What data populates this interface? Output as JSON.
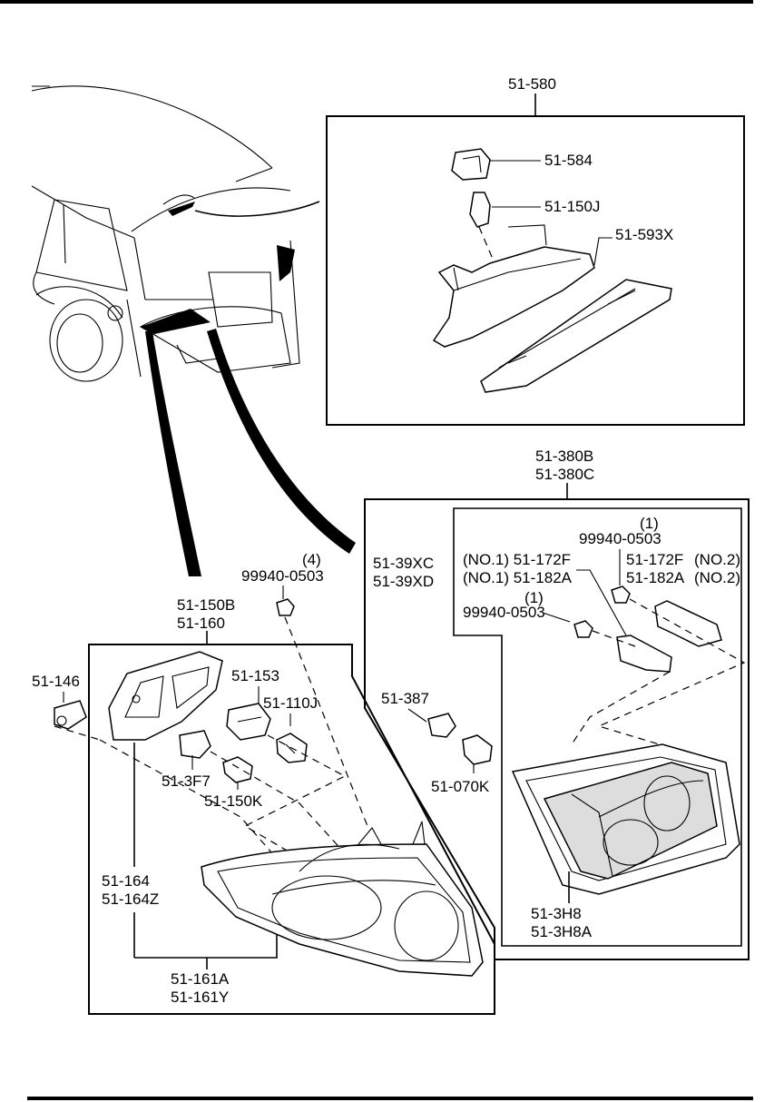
{
  "callouts": {
    "c1": "51-580",
    "c2": "51-584",
    "c3": "51-150J",
    "c4": "51-593X",
    "c5": "51-380B",
    "c6": "51-380C",
    "c7": "51-39XC",
    "c8": "51-39XD",
    "c9": "(1)",
    "c10": "99940-0503",
    "c11": "(NO.1) 51-172F",
    "c12": "(NO.1) 51-182A",
    "c13": "51-172F",
    "c14": "(NO.2)",
    "c15": "51-182A",
    "c16": "(NO.2)",
    "c17": "(1)",
    "c18": "99940-0503",
    "c19": "(4)",
    "c20": "99940-0503",
    "c21": "51-150B",
    "c22": "51-160",
    "c23": "51-146",
    "c24": "51-153",
    "c25": "51-110J",
    "c26": "51-387",
    "c27": "51-3F7",
    "c28": "51-150K",
    "c29": "51-070K",
    "c30": "51-164",
    "c31": "51-164Z",
    "c32": "51-161A",
    "c33": "51-161Y",
    "c34": "51-3H8",
    "c35": "51-3H8A"
  }
}
